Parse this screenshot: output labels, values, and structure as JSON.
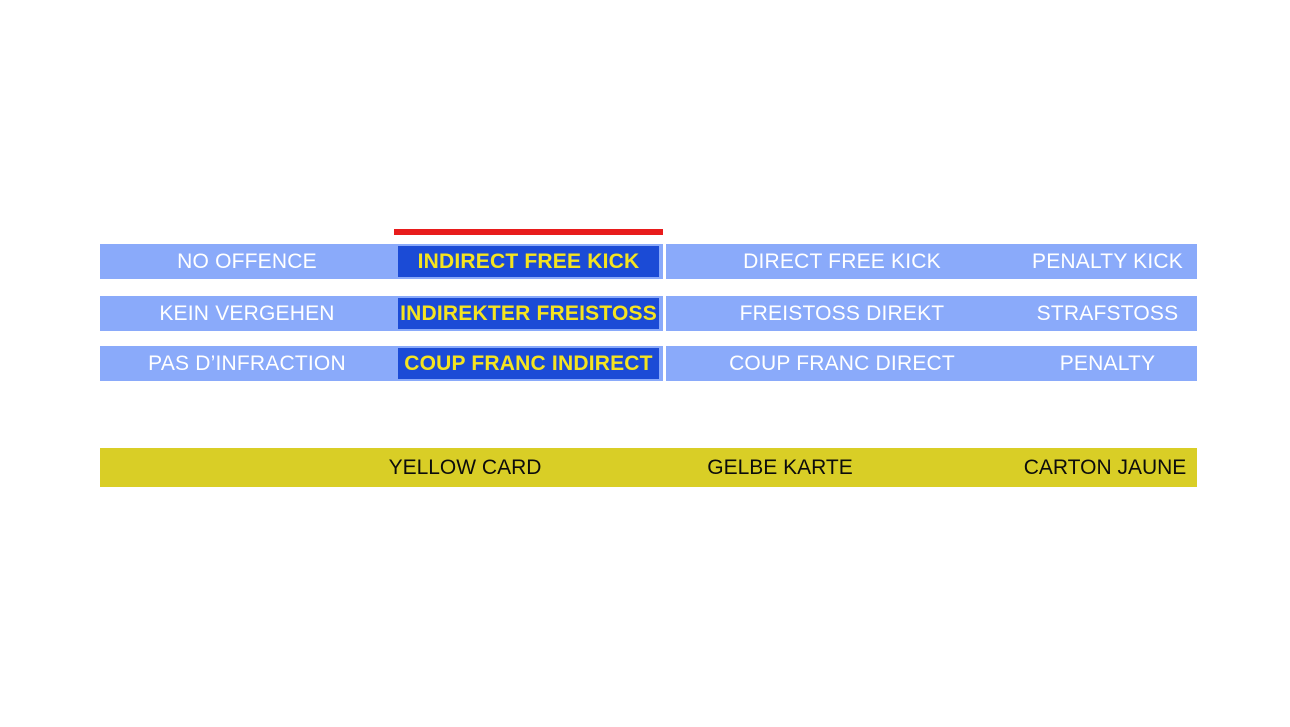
{
  "slide": {
    "background_color": "#FFFFFF",
    "marker": {
      "name": "red-indicator-bar",
      "color": "#E81C1C"
    },
    "colors": {
      "bar_blue": "#8AAAFA",
      "highlight_blue": "#1B4BD6",
      "highlight_text": "#F5E420",
      "bar_text": "#FFFFFF",
      "yellow_card": "#D9CE26",
      "yellow_card_text": "#0C0C0C",
      "red_marker": "#E81C1C"
    }
  },
  "table": {
    "rows": [
      {
        "language": "english",
        "no_offence": "NO OFFENCE",
        "indirect_free_kick": "INDIRECT FREE KICK",
        "direct_free_kick": "DIRECT FREE KICK",
        "penalty_kick": "PENALTY KICK",
        "highlighted": true
      },
      {
        "language": "german",
        "no_offence": "KEIN VERGEHEN",
        "indirect_free_kick": "INDIREKTER FREISTOSS",
        "direct_free_kick": "FREISTOSS DIREKT",
        "penalty_kick": "STRAFSTOSS",
        "highlighted": true
      },
      {
        "language": "french",
        "no_offence": "PAS D’INFRACTION",
        "indirect_free_kick": "COUP FRANC INDIRECT",
        "direct_free_kick": "COUP FRANC DIRECT",
        "penalty_kick": "PENALTY",
        "highlighted": true
      }
    ]
  },
  "yellow_card_bar": {
    "labels": [
      "YELLOW CARD",
      "GELBE KARTE",
      "CARTON JAUNE"
    ]
  }
}
